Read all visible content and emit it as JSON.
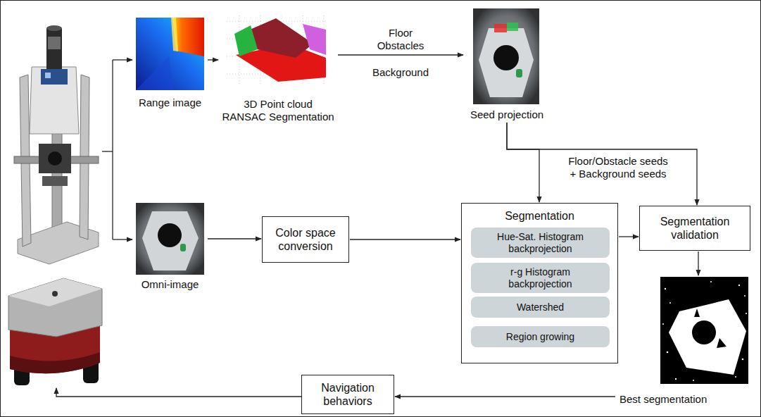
{
  "diagram": {
    "nodes": [
      {
        "text": [
          "Range image"
        ]
      },
      {
        "text": [
          "3D Point cloud RANSAC Segmentation"
        ]
      },
      {
        "text": [
          "Seed projection"
        ]
      },
      {
        "text": [
          "Omni-image"
        ]
      },
      {
        "text": [
          "Color space conversion"
        ]
      },
      {
        "text": [
          "Segmentation"
        ]
      },
      {
        "text": [
          "Hue-Sat. Histogram backprojection"
        ],
        "in": 5
      },
      {
        "text": [
          "r-g Histogram backprojection"
        ],
        "in": 5
      },
      {
        "text": [
          "Watershed"
        ],
        "in": 5
      },
      {
        "text": [
          "Region growing"
        ],
        "in": 5
      },
      {
        "text": [
          "Segmentation validation"
        ]
      },
      {
        "text": [
          "Best segmentation"
        ]
      },
      {
        "text": [
          "Navigation behaviors"
        ]
      }
    ],
    "edges": [
      {
        "from": 0,
        "to": 1,
        "arrow": "to"
      },
      {
        "from": 1,
        "to": 2,
        "arrow": "to",
        "label": "Floor Obstacles"
      },
      {
        "from": 2,
        "to": 5,
        "arrow": "to"
      },
      {
        "from": 2,
        "to": 10,
        "arrow": "to"
      },
      {
        "from": 3,
        "to": 4,
        "arrow": "to"
      },
      {
        "from": 4,
        "to": 5,
        "arrow": "to"
      },
      {
        "from": 5,
        "to": 10,
        "arrow": "to"
      },
      {
        "from": 10,
        "to": 11,
        "arrow": "to"
      },
      {
        "from": 11,
        "to": 12,
        "arrow": "to"
      }
    ],
    "labels": [
      "Background",
      "Floor/Obstacle seeds + Background seeds"
    ]
  }
}
